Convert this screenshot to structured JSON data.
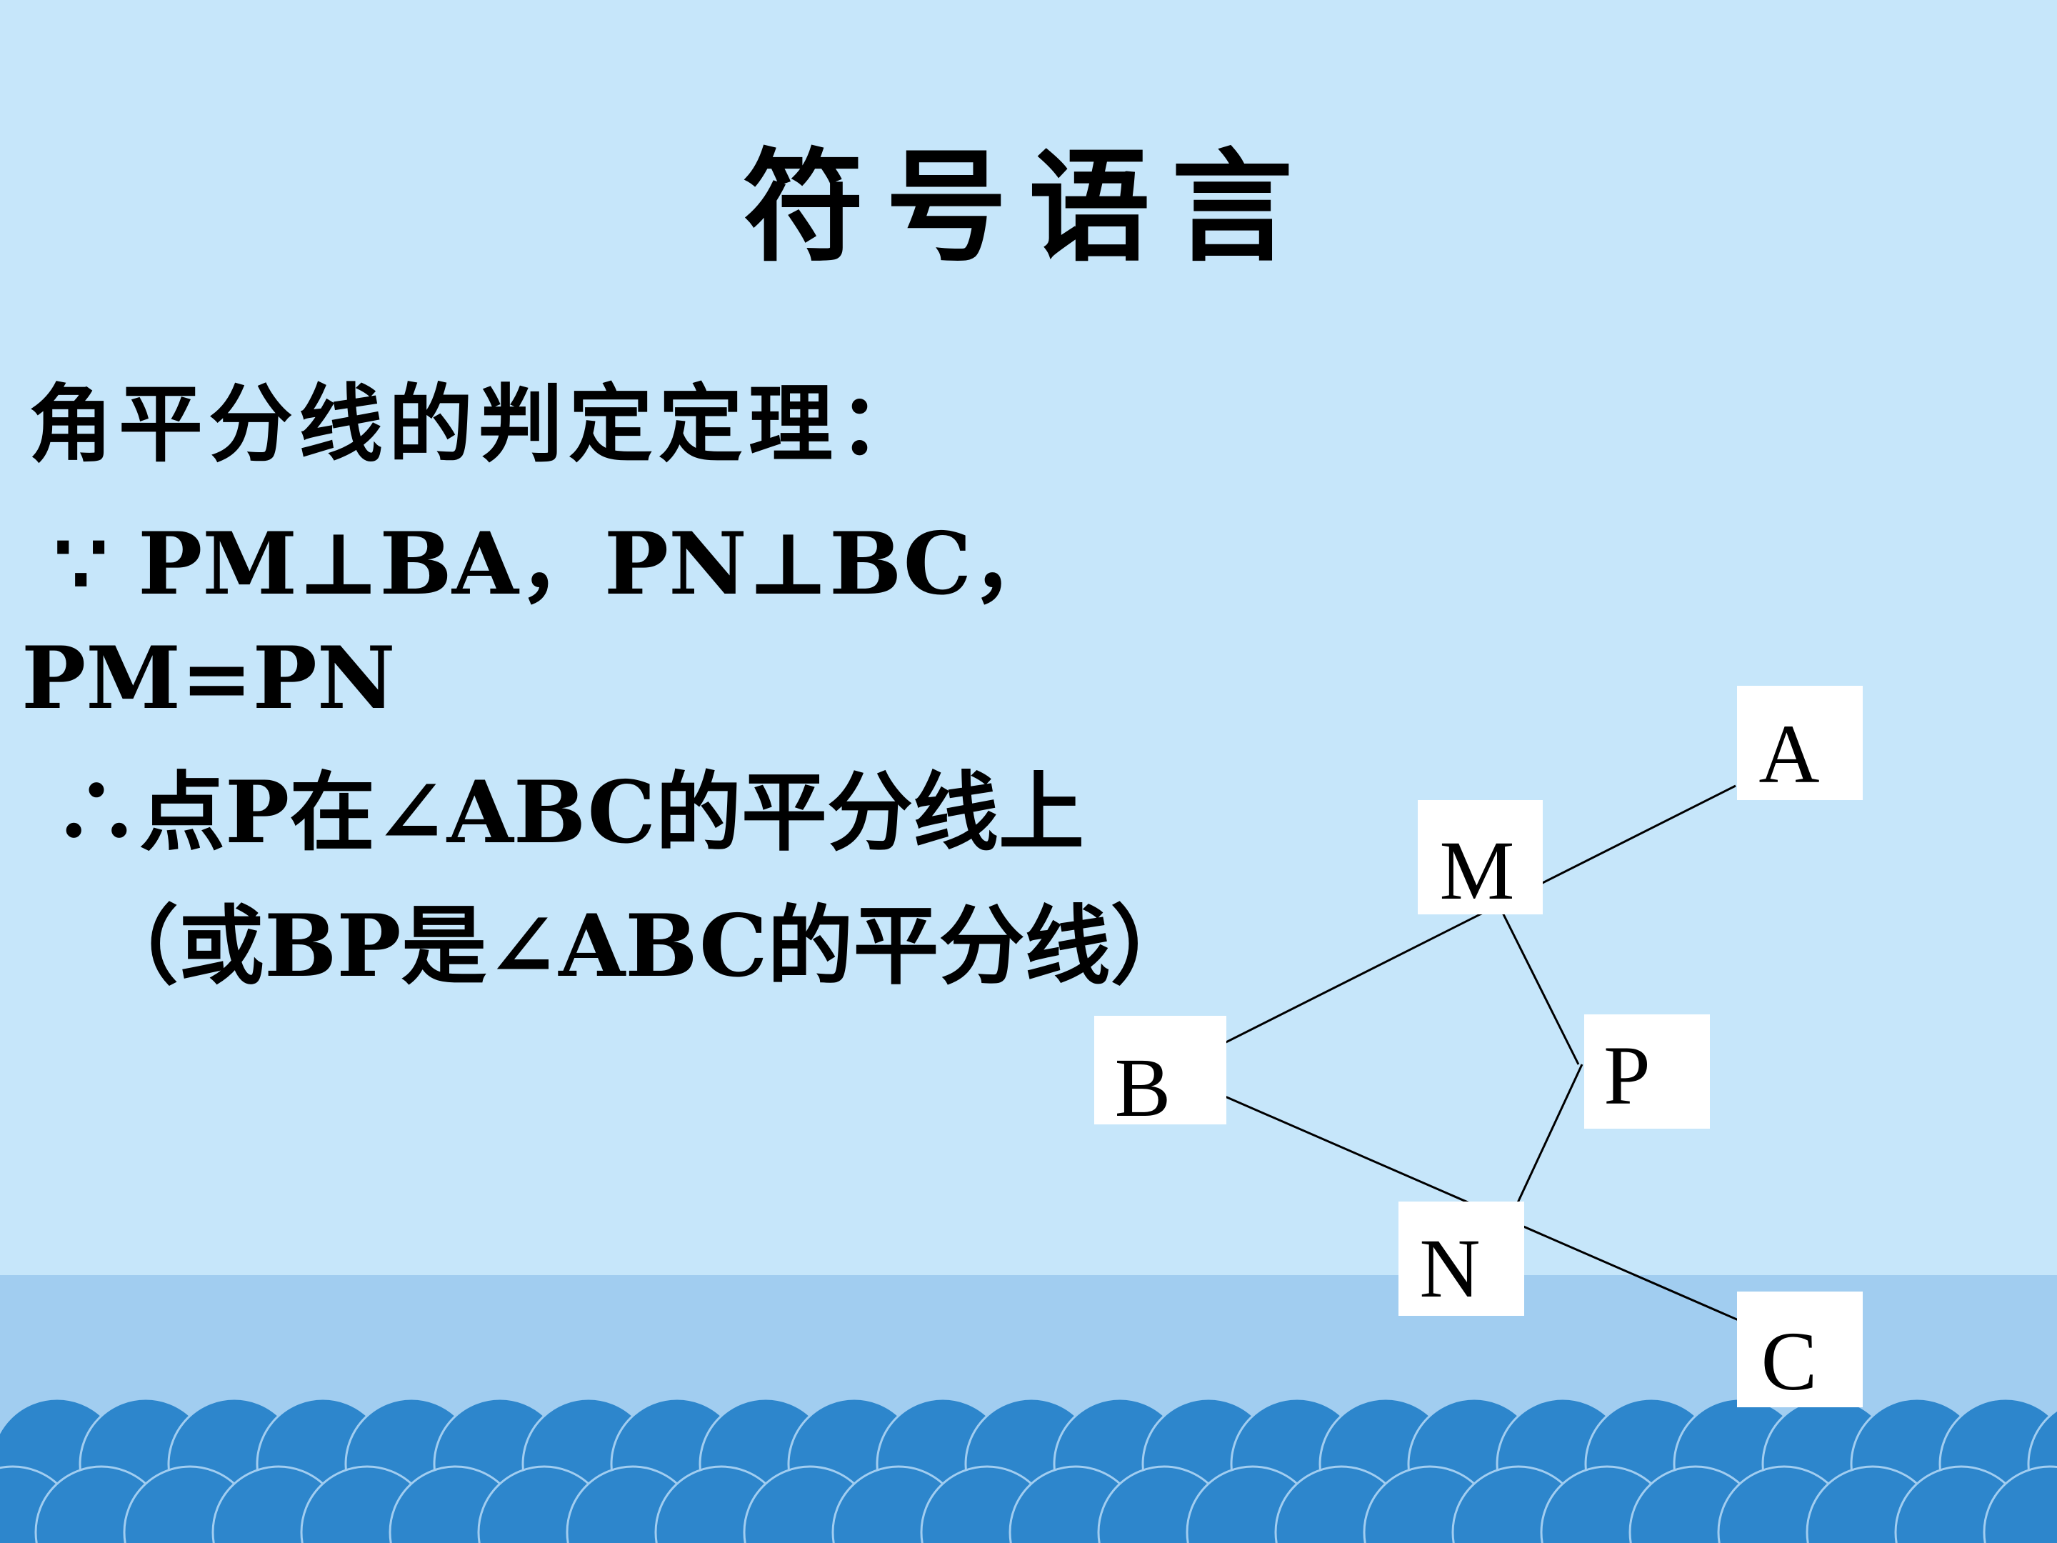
{
  "slide": {
    "title": "符号语言",
    "lines": [
      "角平分线的判定定理：",
      "∵ PM⊥BA，PN⊥BC，",
      "PM=PN",
      "∴点P在∠ABC的平分线上",
      "（或BP是∠ABC的平分线）"
    ]
  },
  "diagram": {
    "points": {
      "A": "A",
      "M": "M",
      "B": "B",
      "P": "P",
      "N": "N",
      "C": "C"
    }
  },
  "colors": {
    "background": "#c6e6fa",
    "band": "#a1cdf0",
    "wave": "#2d86cc",
    "label_box": "#ffffff"
  }
}
